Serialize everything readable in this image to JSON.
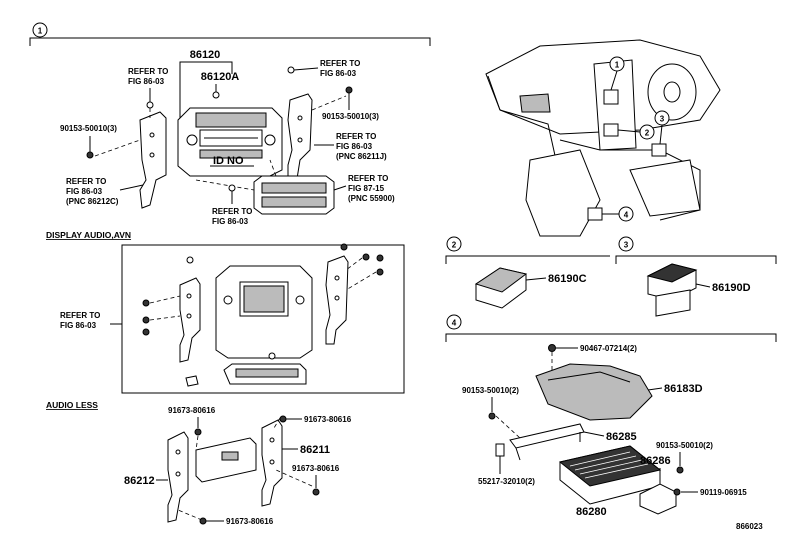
{
  "sections": {
    "s1": "1",
    "s2": "2",
    "s3": "3",
    "s4": "4",
    "display_audio_header": "DISPLAY AUDIO,AVN",
    "audio_less_header": "AUDIO LESS"
  },
  "labels": {
    "p86120": "86120",
    "p86120a": "86120A",
    "id_no": "ID NO",
    "refer_to": "REFER TO",
    "fig_86_03": "FIG 86-03",
    "fig_87_15": "FIG 87-15",
    "pnc_86212c": "(PNC 86212C)",
    "pnc_86211j": "(PNC 86211J)",
    "pnc_55900": "(PNC 55900)",
    "bolt_3": "90153-50010(3)",
    "p86212": "86212",
    "p86211": "86211",
    "s91673": "91673-80616",
    "p86190c": "86190C",
    "p86190d": "86190D",
    "p90467": "90467-07214(2)",
    "p86183d": "86183D",
    "bolt_2": "90153-50010(2)",
    "p86285": "86285",
    "p55217": "55217-32010(2)",
    "p86286": "86286",
    "p90119": "90119-06915",
    "p86280": "86280",
    "diagram_no": "866023"
  },
  "colors": {
    "line": "#000000",
    "background": "#ffffff",
    "fill_dark": "#333333",
    "fill_gray": "#bbbbbb"
  }
}
